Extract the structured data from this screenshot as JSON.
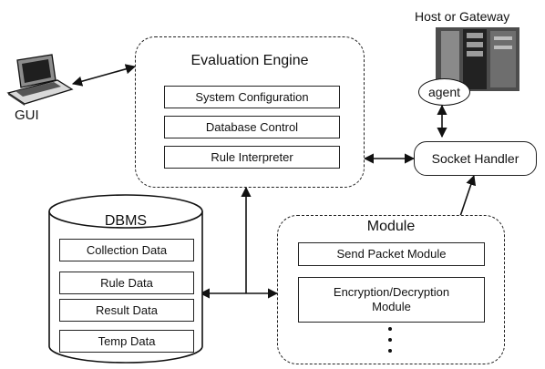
{
  "gui": {
    "label": "GUI"
  },
  "host": {
    "title": "Host or Gateway",
    "agent_label": "agent"
  },
  "engine": {
    "title": "Evaluation Engine",
    "items": [
      "System Configuration",
      "Database Control",
      "Rule Interpreter"
    ]
  },
  "socket": {
    "label": "Socket Handler"
  },
  "dbms": {
    "title": "DBMS",
    "items": [
      "Collection Data",
      "Rule Data",
      "Result Data",
      "Temp Data"
    ]
  },
  "module": {
    "title": "Module",
    "items": [
      "Send Packet Module",
      "Encryption/Decryption",
      "Module"
    ]
  }
}
